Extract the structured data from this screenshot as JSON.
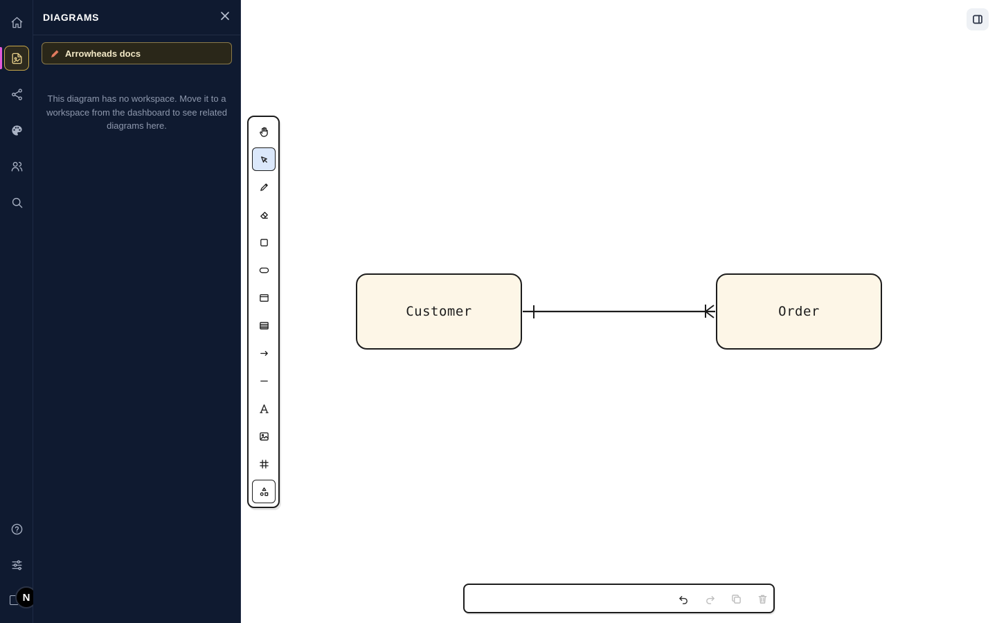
{
  "rail": {
    "items": [
      {
        "name": "home-icon"
      },
      {
        "name": "diagram-icon",
        "active": true
      },
      {
        "name": "share-icon"
      },
      {
        "name": "palette-icon"
      },
      {
        "name": "users-icon"
      },
      {
        "name": "search-icon"
      }
    ],
    "bottom": [
      {
        "name": "help-icon"
      },
      {
        "name": "settings-sliders-icon"
      }
    ],
    "avatar_initial": "N"
  },
  "panel": {
    "title": "DIAGRAMS",
    "current_diagram": "Arrowheads docs",
    "note": "This diagram has no workspace. Move it to a workspace from the dashboard to see related diagrams here."
  },
  "toolbar": {
    "tools": [
      {
        "name": "hand-tool",
        "icon": "hand-icon"
      },
      {
        "name": "select-tool",
        "icon": "pointer-icon",
        "active": true
      },
      {
        "name": "pencil-tool",
        "icon": "pencil-icon"
      },
      {
        "name": "eraser-tool",
        "icon": "eraser-icon"
      },
      {
        "name": "rectangle-tool",
        "icon": "rectangle-icon"
      },
      {
        "name": "ellipse-tool",
        "icon": "ellipse-icon"
      },
      {
        "name": "frame-tool",
        "icon": "window-icon"
      },
      {
        "name": "table-tool",
        "icon": "table-icon"
      },
      {
        "name": "arrow-tool",
        "icon": "arrow-right-icon"
      },
      {
        "name": "line-tool",
        "icon": "line-icon"
      },
      {
        "name": "text-tool",
        "icon": "text-icon"
      },
      {
        "name": "image-tool",
        "icon": "image-icon"
      },
      {
        "name": "hash-tool",
        "icon": "hash-icon"
      },
      {
        "name": "shapes-tool",
        "icon": "shapes-icon"
      }
    ]
  },
  "diagram": {
    "nodes": [
      {
        "id": "customer",
        "label": "Customer"
      },
      {
        "id": "order",
        "label": "Order"
      }
    ],
    "edge": {
      "from": "customer",
      "to": "order",
      "start_marker": "one",
      "end_marker": "many"
    }
  },
  "bottom_bar": {
    "buttons": [
      "undo-icon",
      "redo-icon",
      "duplicate-icon",
      "trash-icon"
    ]
  }
}
